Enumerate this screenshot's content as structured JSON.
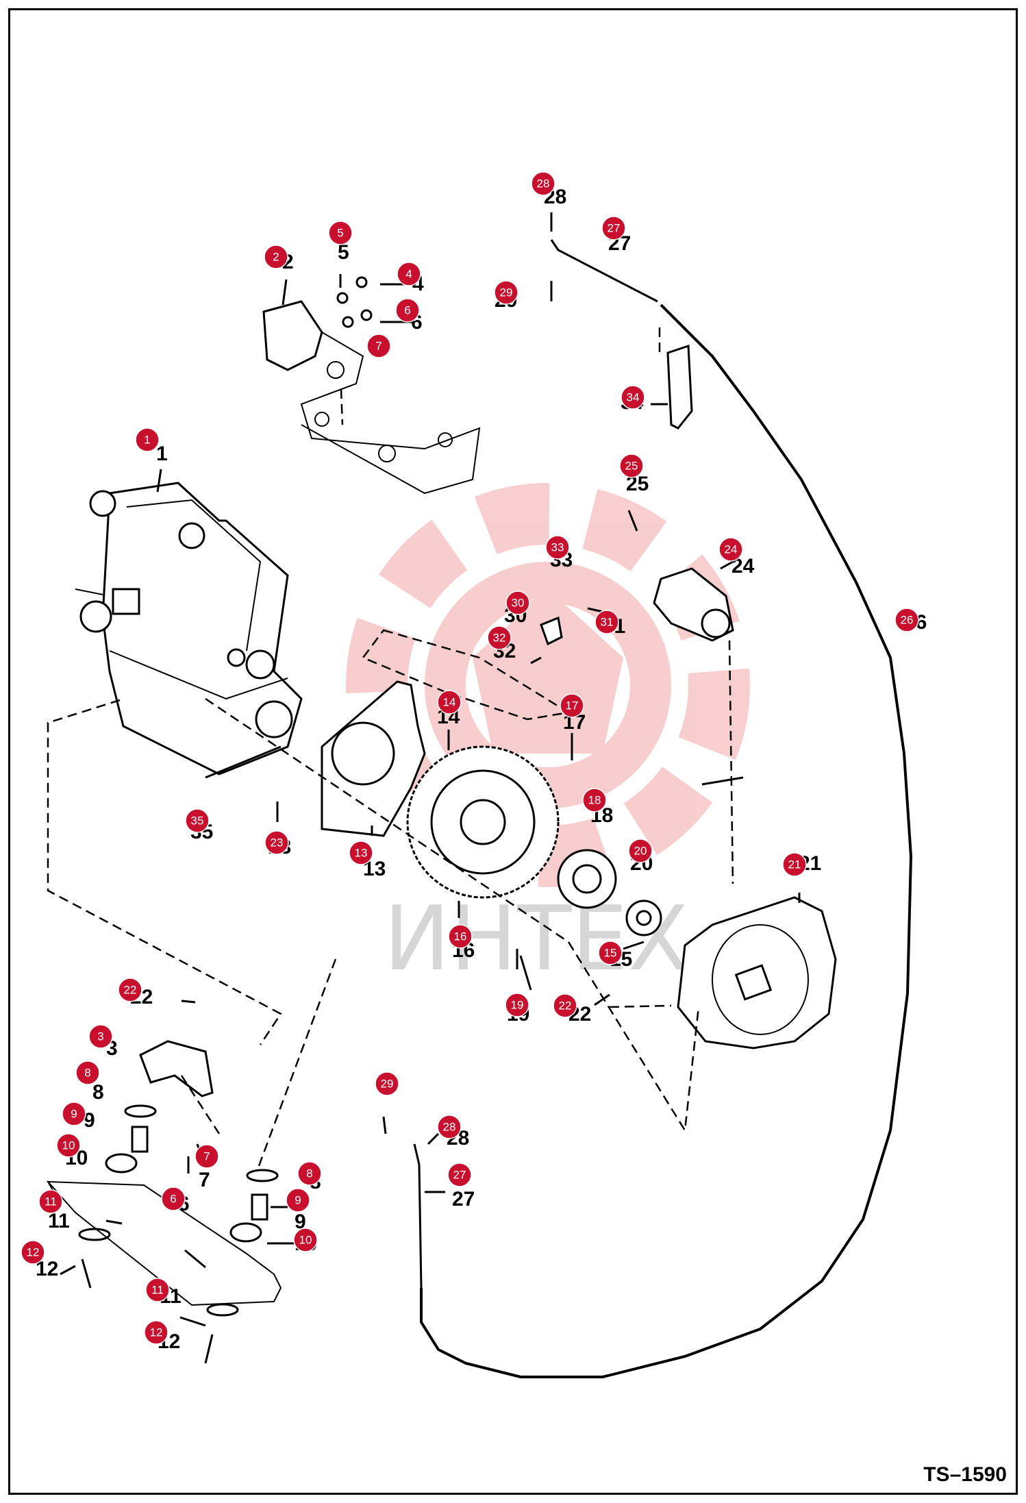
{
  "drawing_number": "TS–1590",
  "watermark_text": "ИНТЕХ",
  "colors": {
    "marker": "#c8102e",
    "watermark": "#e63c3c"
  },
  "markers": [
    "1",
    "2",
    "4",
    "5",
    "6",
    "7",
    "34",
    "29",
    "27",
    "28",
    "25",
    "24",
    "33",
    "30",
    "31",
    "32",
    "26",
    "14",
    "17",
    "18",
    "20",
    "21",
    "35",
    "23",
    "13",
    "16",
    "15",
    "19",
    "22",
    "22",
    "3",
    "8",
    "9",
    "10",
    "7",
    "6",
    "11",
    "12",
    "8",
    "9",
    "10",
    "11",
    "12",
    "29",
    "28",
    "27"
  ],
  "part_labels": [
    "28",
    "27",
    "29",
    "5",
    "2",
    "4",
    "6",
    "34",
    "1",
    "25",
    "24",
    "33",
    "30",
    "31",
    "32",
    "14",
    "17",
    "18",
    "20",
    "21",
    "35",
    "23",
    "13",
    "16",
    "15",
    "19",
    "22",
    "22",
    "3",
    "8",
    "9",
    "10",
    "7",
    "6",
    "11",
    "12",
    "8",
    "9",
    "10",
    "11",
    "12",
    "28",
    "27",
    "26"
  ]
}
